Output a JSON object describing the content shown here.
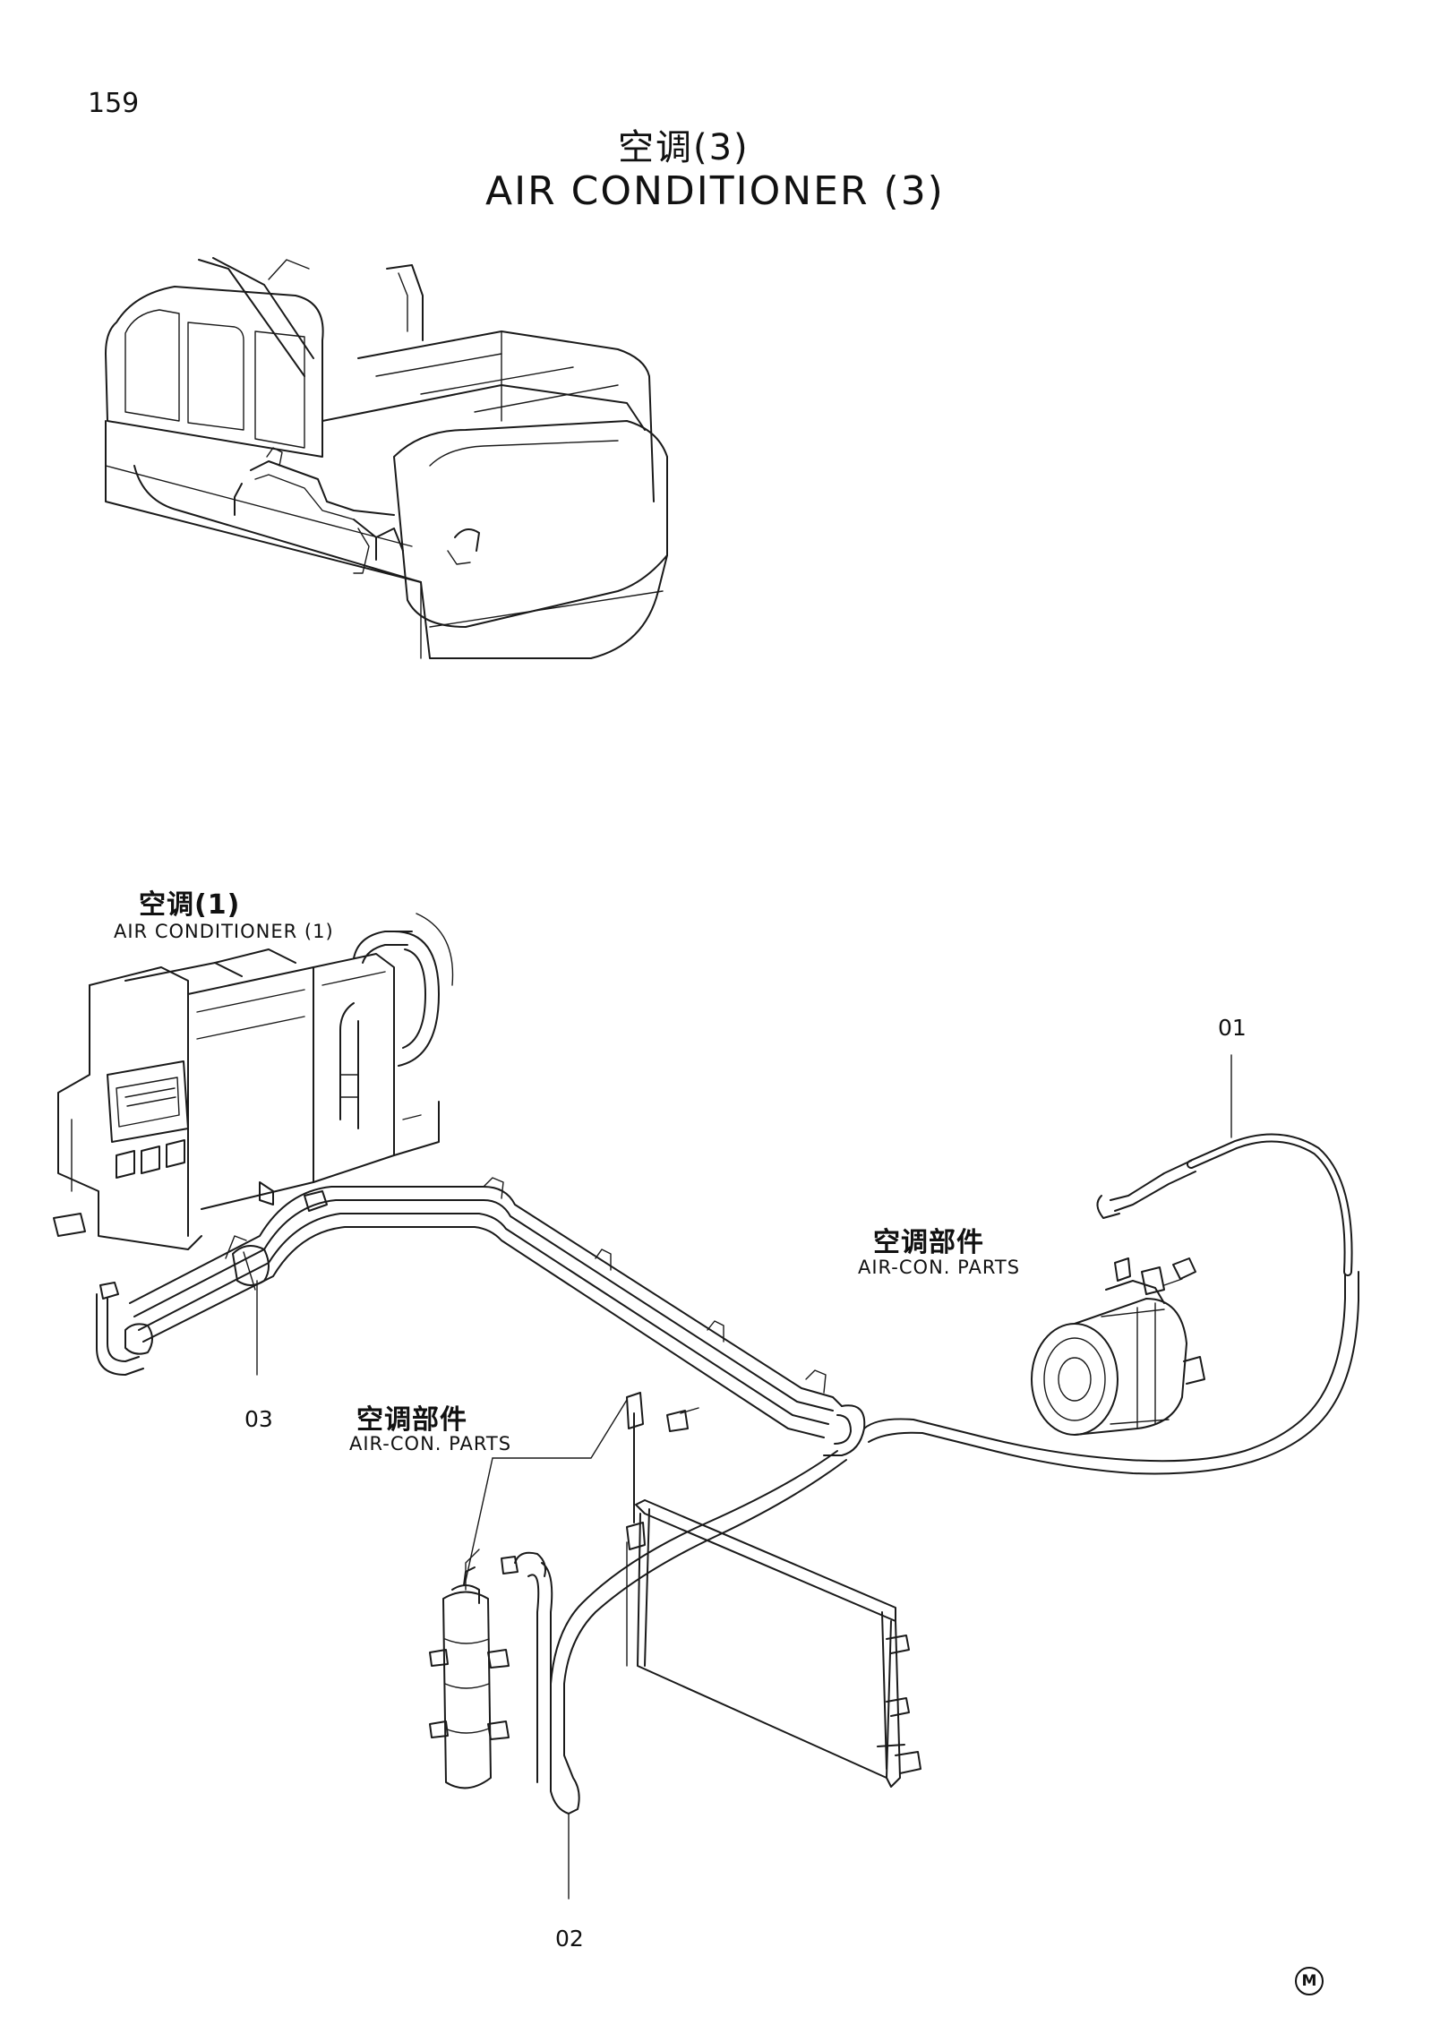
{
  "page_number": "159",
  "title": {
    "chinese": "空调(3)",
    "english": "AIR CONDITIONER (3)"
  },
  "references": [
    {
      "chinese": "空调(1)",
      "english": "AIR CONDITIONER (1)"
    },
    {
      "chinese": "空调部件",
      "english": "AIR-CON. PARTS"
    },
    {
      "chinese": "空调部件",
      "english": "AIR-CON. PARTS"
    }
  ],
  "callouts": [
    "01",
    "02",
    "03"
  ],
  "mark": "M"
}
